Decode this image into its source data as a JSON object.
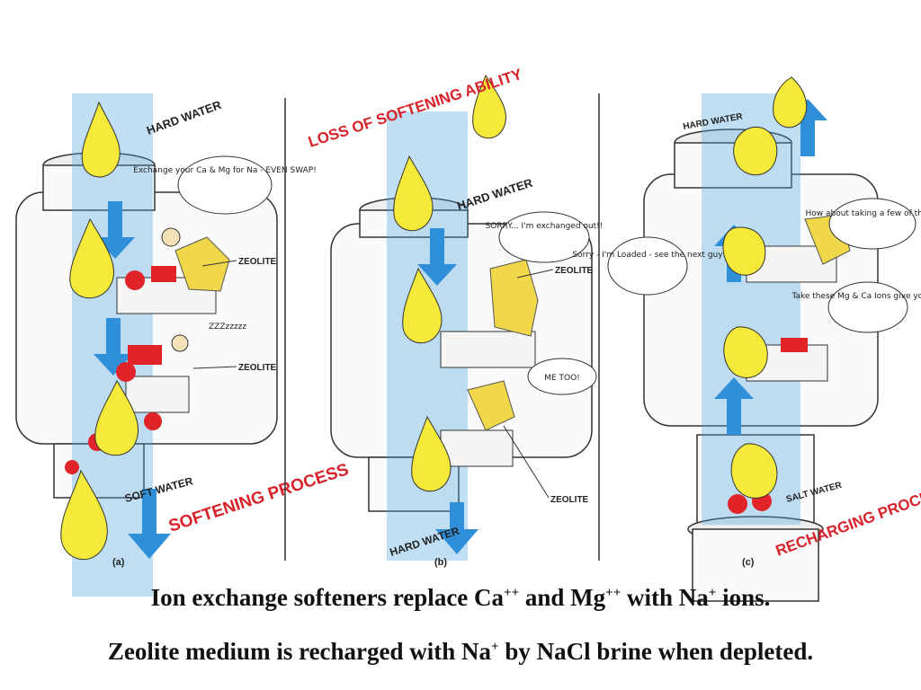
{
  "panel_a": {
    "hard_water": "HARD WATER",
    "bubble": "Exchange your Ca & Mg for Na - EVEN SWAP!",
    "zeolite_1": "ZEOLITE",
    "zeolite_2": "ZEOLITE",
    "snore": "ZZZzzzzz",
    "soft_water": "SOFT WATER",
    "process": "SOFTENING PROCESS",
    "marker": "(a)"
  },
  "panel_b": {
    "loss": "LOSS OF SOFTENING ABILITY",
    "hard_water_top": "HARD WATER",
    "bubble_sorry": "SORRY... I'm exchanged out!!",
    "zeolite_1": "ZEOLITE",
    "bubble_me_too": "ME TOO!",
    "zeolite_2": "ZEOLITE",
    "hard_water_bottom": "HARD WATER",
    "marker": "(b)"
  },
  "panel_c": {
    "hard_water": "HARD WATER",
    "bubble_how_about": "How about taking a few of these.",
    "bubble_sorry": "Sorry - I'm Loaded - see the next guy",
    "bubble_take": "Take these Mg & Ca Ions give you go!",
    "salt_water": "SALT WATER",
    "process": "RECHARGING PROCESS",
    "marker": "(c)"
  },
  "captions": {
    "line1_pre": "Ion exchange softeners replace Ca",
    "line1_sup1": "++",
    "line1_mid": " and Mg",
    "line1_sup2": "++",
    "line1_mid2": " with Na",
    "line1_sup3": "+",
    "line1_post": " ions.",
    "line2_pre": "Zeolite medium is recharged with Na",
    "line2_sup": "+",
    "line2_post": " by NaCl brine when depleted."
  },
  "colors": {
    "water": "#4aa3e0",
    "drop": "#f5ea3a",
    "ion": "#e0242a",
    "zeolite": "#f0d84a",
    "red_text": "#d8232a"
  }
}
